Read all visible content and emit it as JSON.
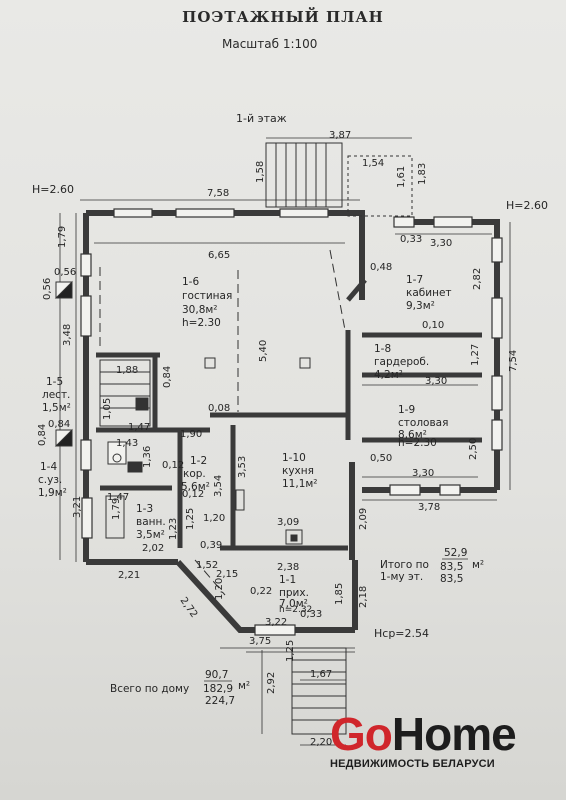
{
  "header": {
    "title": "ПОЭТАЖНЫЙ ПЛАН",
    "scale": "Масштаб 1:100"
  },
  "floor_label": "1-й этаж",
  "heights": {
    "left": "H=2.60",
    "right": "H=2.60",
    "avg": "Hср=2.54"
  },
  "rooms": [
    {
      "id": "1-6",
      "name": "гостиная",
      "area": "30,8м²",
      "height": "h=2.30"
    },
    {
      "id": "1-7",
      "name": "кабинет",
      "area": "9,3м²"
    },
    {
      "id": "1-8",
      "name": "гардероб.",
      "area": "4,2м²"
    },
    {
      "id": "1-9",
      "name": "столовая",
      "area": "8,6м²",
      "height": "h=2.30"
    },
    {
      "id": "1-10",
      "name": "кухня",
      "area": "11,1м²"
    },
    {
      "id": "1-5",
      "name": "лест.",
      "area": "1,5м²"
    },
    {
      "id": "1-4",
      "name": "с.уз.",
      "area": "1,9м²"
    },
    {
      "id": "1-2",
      "name": "кор.",
      "area": "5,6м²"
    },
    {
      "id": "1-3",
      "name": "ванн.",
      "area": "3,5м²"
    },
    {
      "id": "1-1",
      "name": "прих.",
      "area": "7,0м²",
      "height": "h=2.32"
    }
  ],
  "dimensions": [
    "3,87",
    "1,54",
    "1,58",
    "1,61",
    "1,83",
    "7,58",
    "6,65",
    "0,33",
    "3,30",
    "2,82",
    "0,48",
    "1,79",
    "0,56",
    "0,56",
    "3,48",
    "5,40",
    "0,10",
    "7,54",
    "1,27",
    "3,30",
    "1,88",
    "0,84",
    "0,08",
    "0,84",
    "0,84",
    "1,05",
    "1,47",
    "1,90",
    "1,43",
    "1,36",
    "2,50",
    "0,50",
    "3,30",
    "0,12",
    "3,54",
    "3,53",
    "3,78",
    "3,21",
    "1,47",
    "0,12",
    "1,79",
    "1,23",
    "1,25",
    "1,20",
    "3,09",
    "2,09",
    "0,39",
    "2,02",
    "2,38",
    "1,52",
    "2,15",
    "0,22",
    "2,21",
    "1,20",
    "1,85",
    "2,18",
    "2,72",
    "0,33",
    "3,22",
    "3,75",
    "1,25",
    "1,67",
    "2,92",
    "2,20"
  ],
  "totals": {
    "floor_label": "Итого по",
    "floor_label2": "1-му эт.",
    "floor_top": "52,9",
    "floor_mid": "83,5",
    "floor_unit": "м²",
    "floor_bottom": "83,5",
    "house_label": "Всего по дому",
    "house_top": "90,7",
    "house_mid": "182,9",
    "house_unit": "м²",
    "house_bottom": "224,7"
  },
  "logo": {
    "go": "Go",
    "home": "Home",
    "sub": "НЕДВИЖИМОСТЬ БЕЛАРУСИ",
    "go_color": "#d0262b"
  }
}
